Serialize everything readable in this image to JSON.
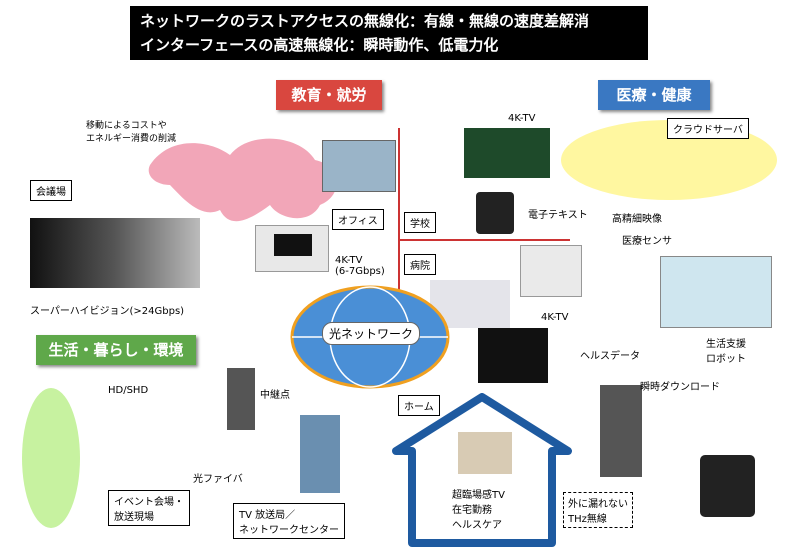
{
  "title": {
    "line1": "ネットワークのラストアクセスの無線化：有線・無線の速度差解消",
    "line2": "インターフェースの高速無線化：瞬時動作、低電力化"
  },
  "sections": {
    "education": "教育・就労",
    "medical": "医療・健康",
    "life": "生活・暮らし・環境"
  },
  "labels": {
    "cost": "移動によるコストや\nエネルギー消費の削減",
    "conference": "会議場",
    "office": "オフィス",
    "school": "学校",
    "tv4k_school": "4K-TV",
    "etext": "電子テキスト",
    "cloud": "クラウドサーバ",
    "hd_video": "高精細映像",
    "medical_sensor": "医療センサ",
    "hospital": "病院",
    "tv4k_hospital": "4K-TV",
    "health_data": "ヘルスデータ",
    "robot": "生活支援\nロボット",
    "shv": "スーパーハイビジョン(>24Gbps)",
    "tv4k_office": "4K-TV\n(6-7Gbps)",
    "optical_net": "光ネットワーク",
    "home": "ホーム",
    "instant_dl": "瞬時ダウンロード",
    "hd_shd": "HD/SHD",
    "relay": "中継点",
    "fiber": "光ファイバ",
    "event": "イベント会場・\n放送現場",
    "broadcast": "TV 放送局／\nネットワークセンター",
    "home_services": "超臨場感TV\n在宅勤務\nヘルスケア",
    "thz": "外に漏れない\nTHz無線"
  },
  "colors": {
    "education": "#d9473f",
    "medical": "#3a78c2",
    "life": "#5fa84a",
    "map": "#f2a6b8",
    "cloud": "#fff7a0"
  }
}
